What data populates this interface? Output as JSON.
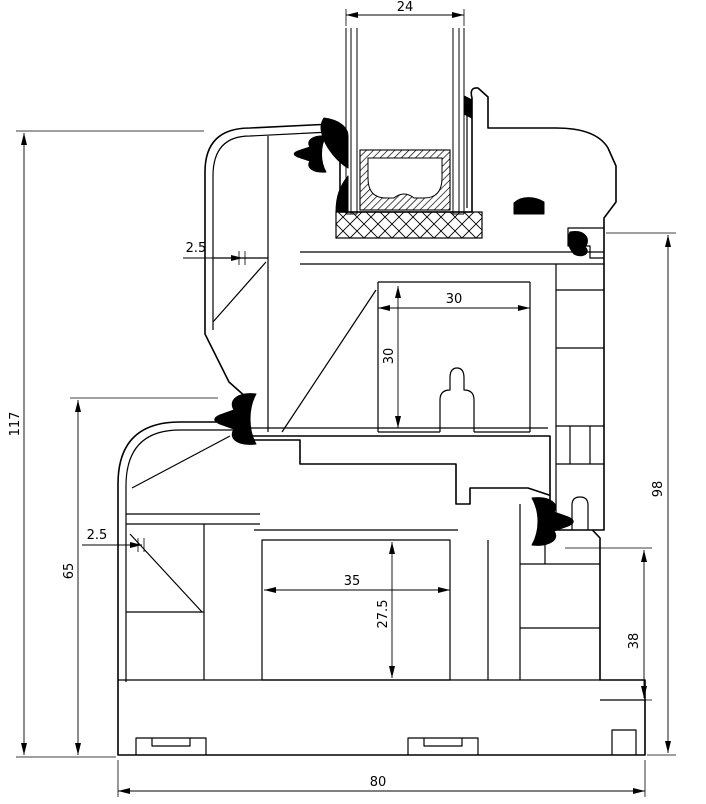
{
  "drawing": {
    "background_color": "#ffffff",
    "line_color": "#000000",
    "dimensions": {
      "glazing_width": "24",
      "sash_wall_thickness": "2.5",
      "sash_steel_chamber_width": "30",
      "sash_steel_chamber_height": "30",
      "total_height": "117",
      "frame_height": "65",
      "frame_wall_thickness": "2.5",
      "frame_chamber_width": "35",
      "frame_chamber_height": "27.5",
      "frame_right_height": "38",
      "sash_section_height": "98",
      "total_width": "80"
    }
  }
}
